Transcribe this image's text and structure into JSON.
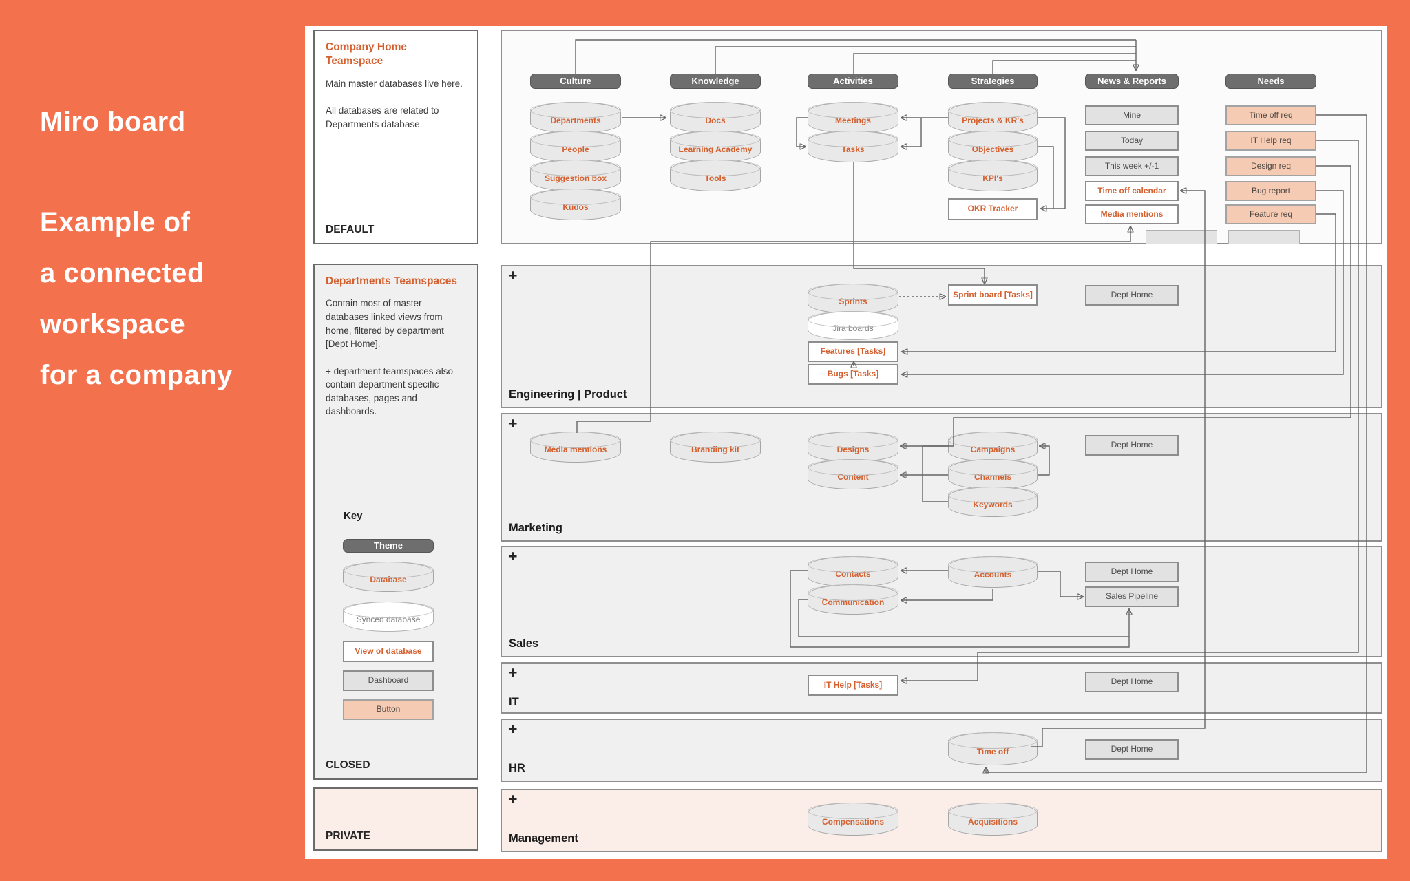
{
  "sidebar": {
    "title": "Miro board",
    "lines": [
      "Example of",
      "a connected",
      "workspace",
      "for a company"
    ]
  },
  "panels": {
    "company": {
      "title": "Company Home Teamspace",
      "p1": "Main master databases live here.",
      "p2": "All databases are related to Departments database.",
      "footer": "DEFAULT"
    },
    "departments": {
      "title": "Departments Teamspaces",
      "p1": "Contain most of master databases linked views from home, filtered by department [Dept Home].",
      "p2": "+ department teamspaces also contain department specific databases, pages and dashboards.",
      "key_title": "Key",
      "key": {
        "theme": "Theme",
        "database": "Database",
        "synced": "Synced database",
        "view": "View of database",
        "dashboard": "Dashboard",
        "button": "Button"
      },
      "footer": "CLOSED"
    },
    "private": {
      "footer": "PRIVATE"
    }
  },
  "home": {
    "headers": [
      "Culture",
      "Knowledge",
      "Activities",
      "Strategies",
      "News & Reports",
      "Needs"
    ],
    "culture": [
      "Departments",
      "People",
      "Suggestion box",
      "Kudos"
    ],
    "knowledge": [
      "Docs",
      "Learning Academy",
      "Tools"
    ],
    "activities": [
      "Meetings",
      "Tasks"
    ],
    "strategies": [
      "Projects & KR's",
      "Objectives",
      "KPI's"
    ],
    "okr": "OKR Tracker",
    "news": [
      "Mine",
      "Today",
      "This week +/-1",
      "Time off calendar",
      "Media mentions"
    ],
    "needs": [
      "Time off req",
      "IT Help req",
      "Design req",
      "Bug report",
      "Feature req"
    ]
  },
  "rows": {
    "plus": "+",
    "engineering": {
      "label": "Engineering | Product",
      "sprints": "Sprints",
      "jira": "Jira boards",
      "features": "Features [Tasks]",
      "bugs": "Bugs [Tasks]",
      "sprint_board": "Sprint board [Tasks]",
      "dept_home": "Dept Home"
    },
    "marketing": {
      "label": "Marketing",
      "media": "Media mentions",
      "branding": "Branding kit",
      "designs": "Designs",
      "content": "Content",
      "campaigns": "Campaigns",
      "channels": "Channels",
      "keywords": "Keywords",
      "dept_home": "Dept Home"
    },
    "sales": {
      "label": "Sales",
      "contacts": "Contacts",
      "communication": "Communication",
      "accounts": "Accounts",
      "dept_home": "Dept Home",
      "pipeline": "Sales Pipeline"
    },
    "it": {
      "label": "IT",
      "it_help": "IT Help [Tasks]",
      "dept_home": "Dept Home"
    },
    "hr": {
      "label": "HR",
      "time_off": "Time off",
      "dept_home": "Dept Home"
    },
    "management": {
      "label": "Management",
      "compensations": "Compensations",
      "acquisitions": "Acquisitions"
    }
  },
  "colors": {
    "accent_orange": "#f4714d",
    "db_label_orange": "#d4602f",
    "theme_fill": "#6e6e6e",
    "button_fill": "#f5cbb4",
    "row_fill": "#f0f0f0",
    "pink_fill": "#fbeee8"
  }
}
